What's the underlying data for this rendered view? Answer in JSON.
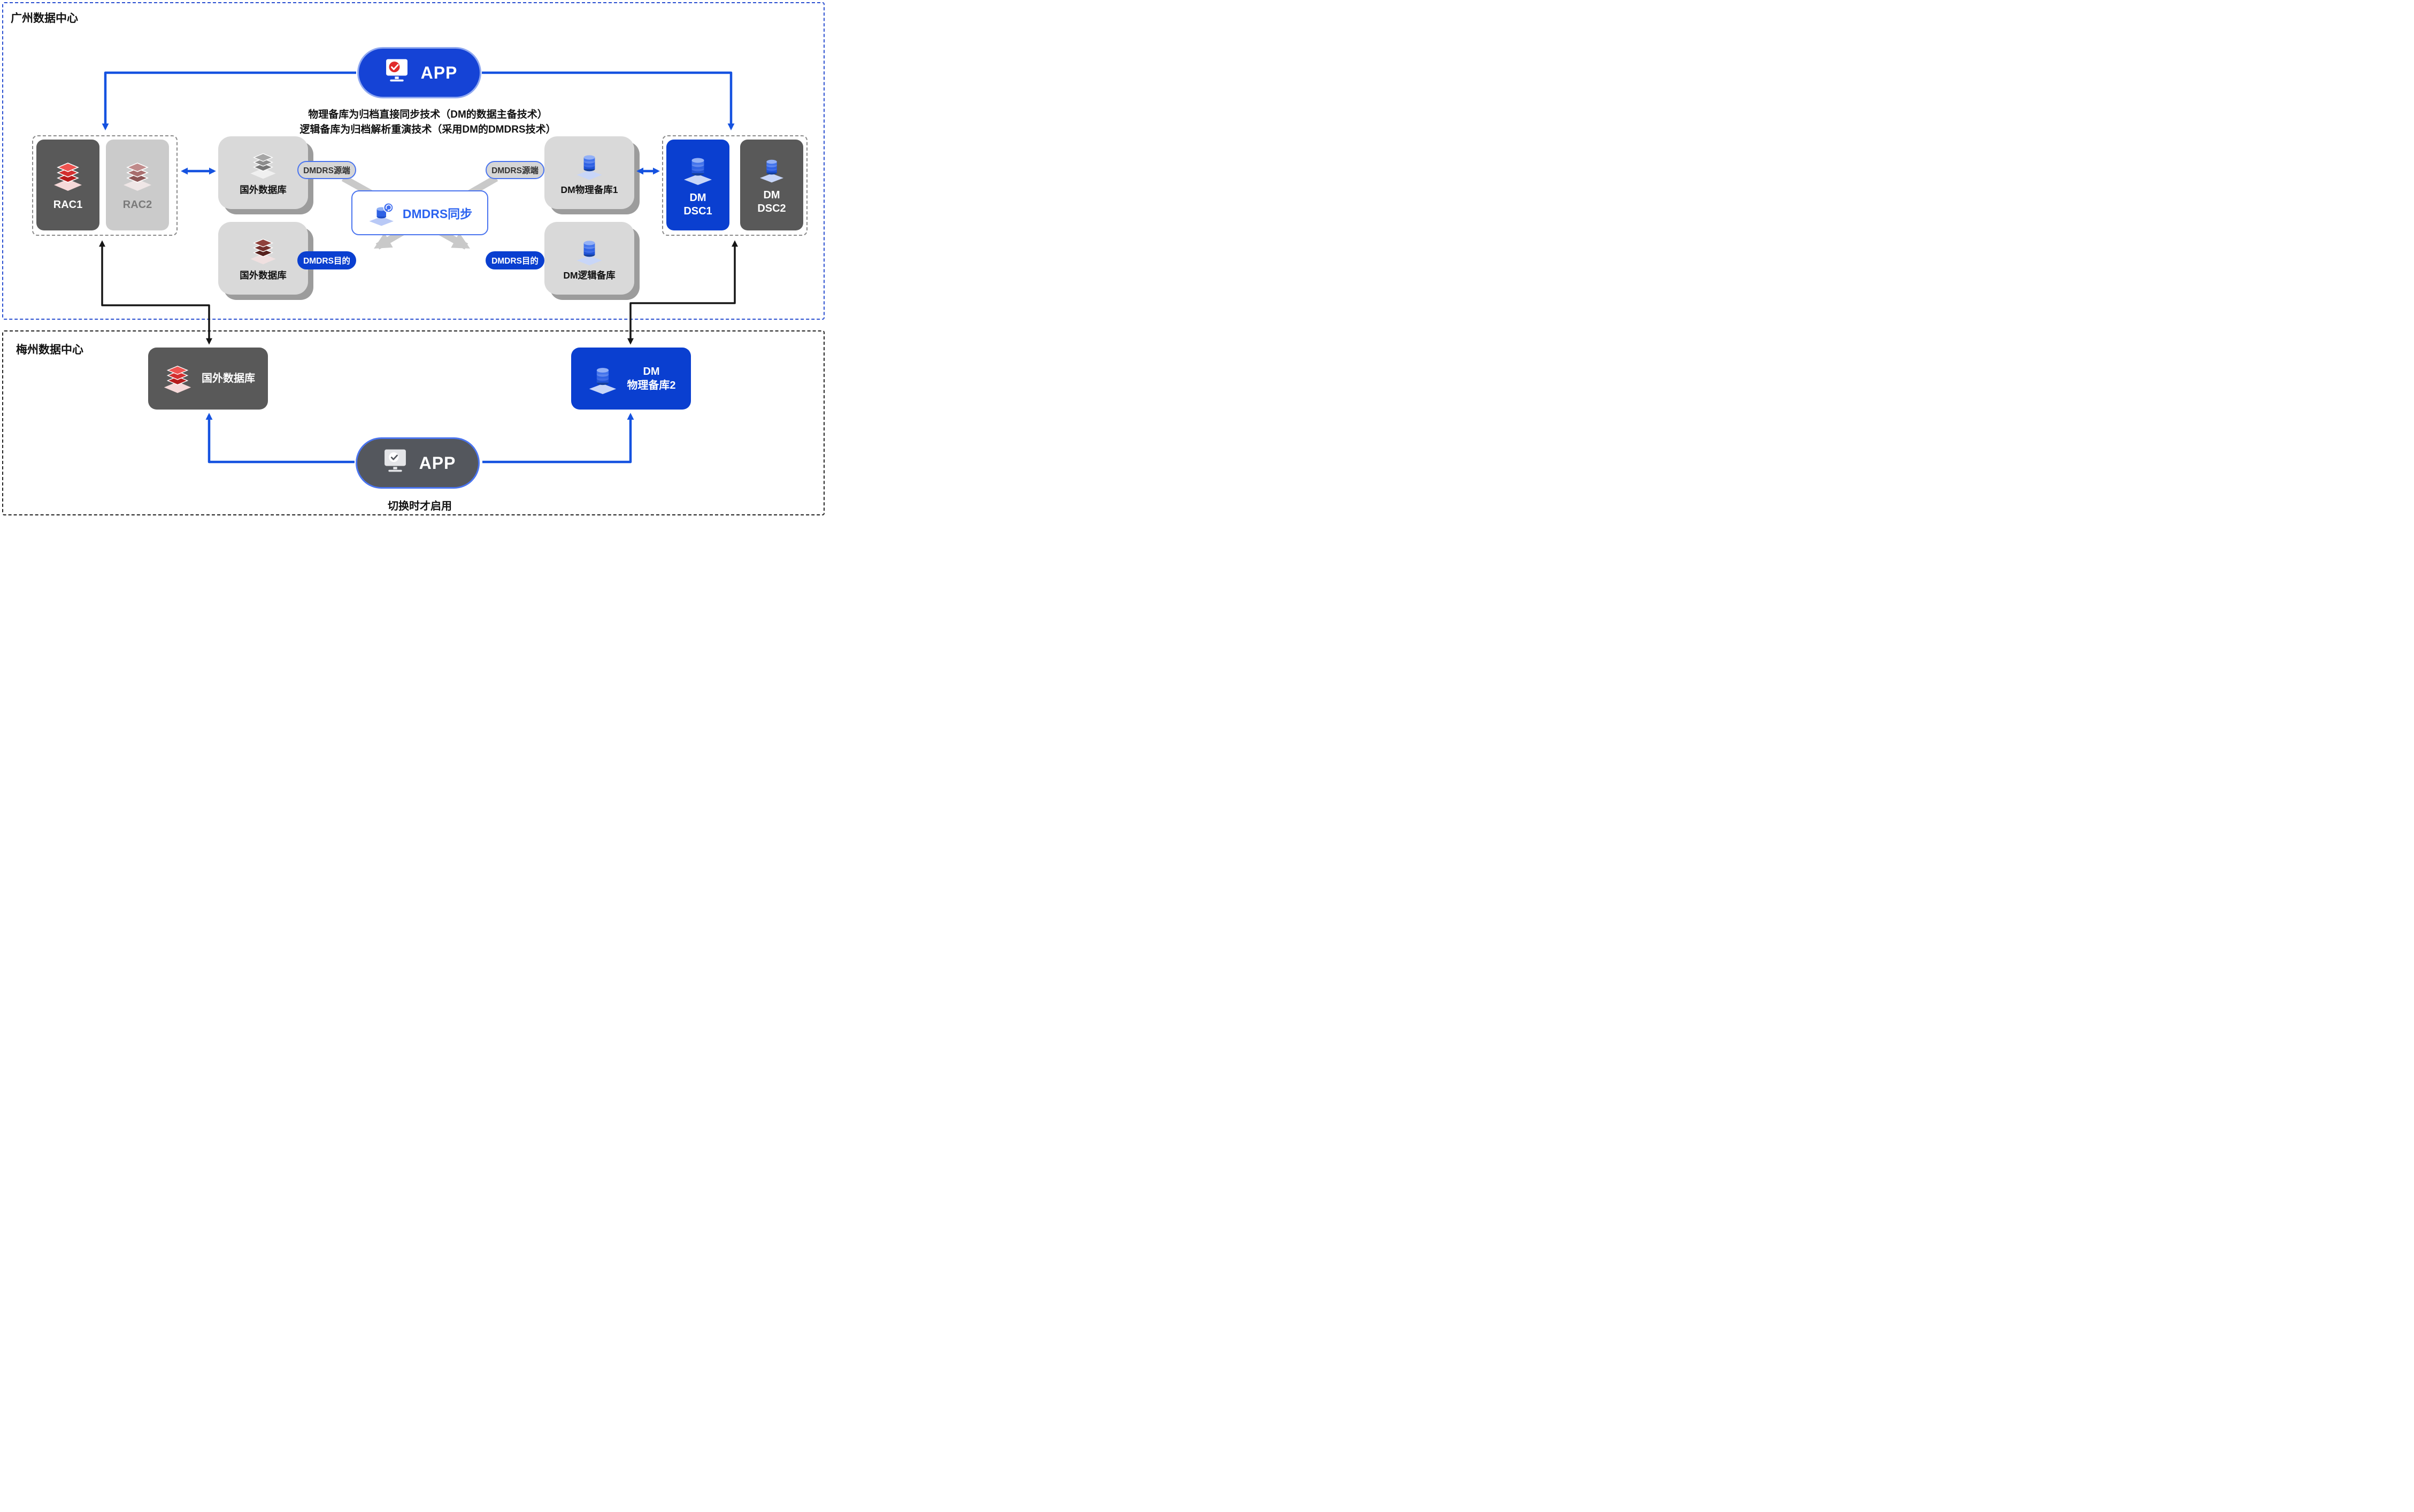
{
  "guangzhou": {
    "title": "广州数据中心",
    "app_label": "APP",
    "note_line1": "物理备库为归档直接同步技术（DM的数据主备技术）",
    "note_line2": "逻辑备库为归档解析重演技术（采用DM的DMDRS技术）",
    "rac1_label": "RAC1",
    "rac2_label": "RAC2",
    "foreign_db_source_label": "国外数据库",
    "foreign_db_target_label": "国外数据库",
    "pill_source_left": "DMDRS源端",
    "pill_target_left": "DMDRS目的",
    "pill_source_right": "DMDRS源端",
    "pill_target_right": "DMDRS目的",
    "sync_label": "DMDRS同步",
    "dm_physical1_label": "DM物理备库1",
    "dm_logical_label": "DM逻辑备库",
    "dsc1": {
      "line1": "DM",
      "line2": "DSC1"
    },
    "dsc2": {
      "line1": "DM",
      "line2": "DSC2"
    }
  },
  "meizhou": {
    "title": "梅州数据中心",
    "foreign_db_label": "国外数据库",
    "dm_physical2": {
      "line1": "DM",
      "line2": "物理备库2"
    },
    "app_label": "APP",
    "app_note": "切换时才启用"
  },
  "icons": {
    "app_top": "monitor-check-red-icon",
    "app_bottom": "monitor-check-outline-icon",
    "rac1": "red-db-stack-icon",
    "rac2": "muted-red-db-stack-icon",
    "foreign_source": "gray-db-stack-icon",
    "foreign_target": "maroon-db-stack-icon",
    "dm_database": "blue-db-cylinder-icon",
    "sync": "blue-db-sync-icon"
  },
  "colors": {
    "accent_blue": "#1543d6",
    "deep_blue": "#0a3fd0",
    "dark_gray": "#595959",
    "light_gray": "#d9d9d9",
    "shadow_gray": "#9c9c9c",
    "arrow_blue": "#1552e0",
    "arrow_black": "#161616",
    "arrow_gray": "#c9c9c9"
  }
}
